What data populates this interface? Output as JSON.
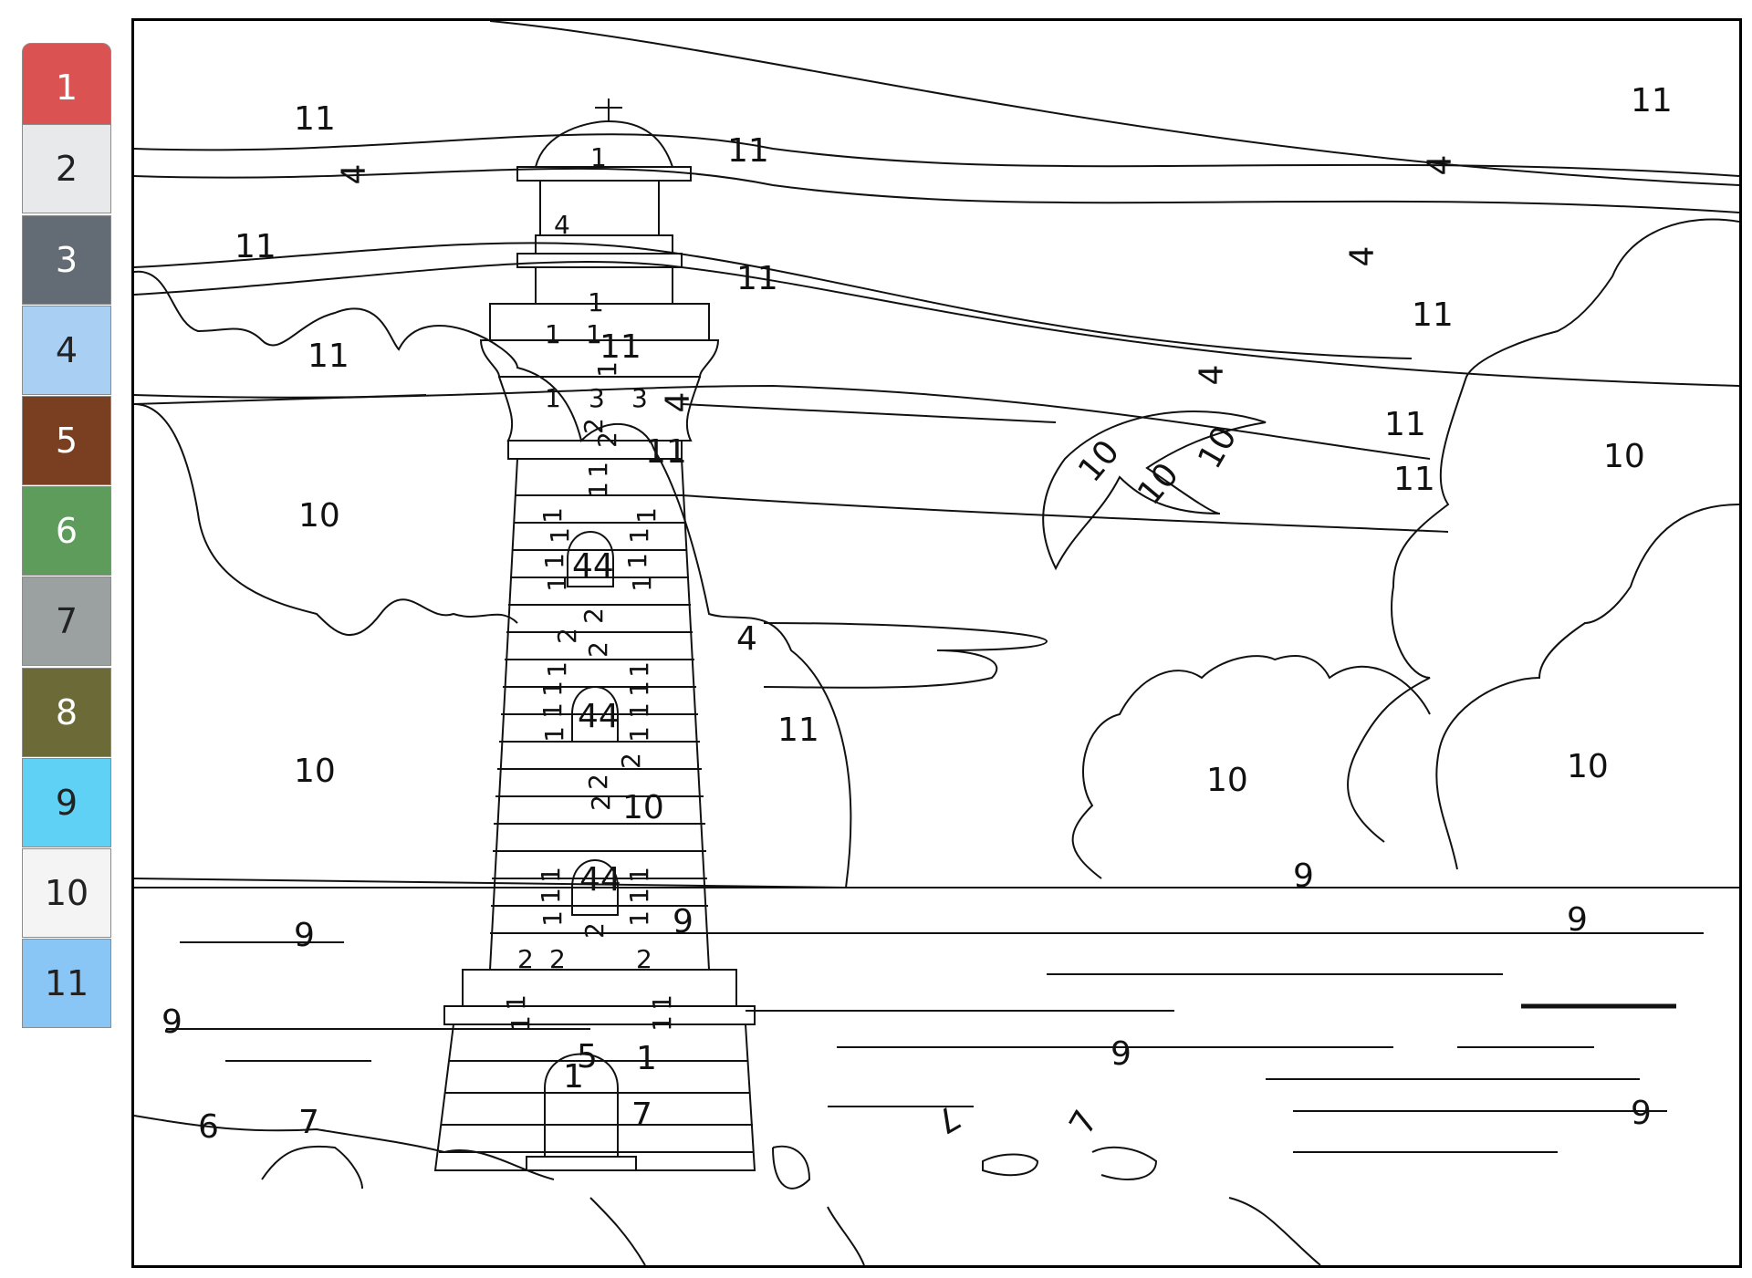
{
  "palette": [
    {
      "number": "1",
      "color": "#db5252",
      "text_color": "#ffffff",
      "selected": true
    },
    {
      "number": "2",
      "color": "#e8e9ea",
      "text_color": "#222222"
    },
    {
      "number": "3",
      "color": "#636c74",
      "text_color": "#ffffff"
    },
    {
      "number": "4",
      "color": "#a9d0f2",
      "text_color": "#222222"
    },
    {
      "number": "5",
      "color": "#7a3e20",
      "text_color": "#ffffff"
    },
    {
      "number": "6",
      "color": "#5e9c5c",
      "text_color": "#ffffff"
    },
    {
      "number": "7",
      "color": "#9ba1a0",
      "text_color": "#222222"
    },
    {
      "number": "8",
      "color": "#6c6a36",
      "text_color": "#ffffff"
    },
    {
      "number": "9",
      "color": "#5ed1f4",
      "text_color": "#222222"
    },
    {
      "number": "10",
      "color": "#f4f4f4",
      "text_color": "#222222"
    },
    {
      "number": "11",
      "color": "#89c6f5",
      "text_color": "#222222"
    }
  ],
  "regions": {
    "sky": [
      "11",
      "11",
      "11",
      "11",
      "11",
      "11",
      "11",
      "11",
      "11",
      "11",
      "11",
      "11",
      "11",
      "11",
      "11"
    ],
    "sky_streaks": [
      "4",
      "4",
      "4",
      "4",
      "4",
      "4",
      "4"
    ],
    "clouds": [
      "10",
      "10",
      "10",
      "10",
      "10",
      "10",
      "10"
    ],
    "seagull": [
      "10",
      "10",
      "10"
    ],
    "sea": [
      "9",
      "9",
      "9",
      "9",
      "9",
      "9",
      "9",
      "9"
    ],
    "shore": [
      "7",
      "7",
      "7",
      "7",
      "6"
    ],
    "lighthouse_top": [
      "1",
      "4",
      "1",
      "1",
      "1",
      "1",
      "1",
      "3",
      "3",
      "3"
    ],
    "lighthouse_stripes": [
      "2",
      "2",
      "2",
      "2",
      "2",
      "2",
      "2",
      "2",
      "2",
      "2",
      "2",
      "2"
    ],
    "lighthouse_windows": [
      "44",
      "44",
      "44"
    ],
    "lighthouse_bands": [
      "1",
      "1",
      "1",
      "1",
      "1",
      "1",
      "1",
      "1",
      "1",
      "1",
      "1",
      "1",
      "1",
      "1",
      "1",
      "1",
      "1",
      "1",
      "1",
      "1",
      "1",
      "1",
      "1",
      "1",
      "1",
      "1",
      "1",
      "1"
    ],
    "door": [
      "5",
      "1",
      "1"
    ]
  }
}
